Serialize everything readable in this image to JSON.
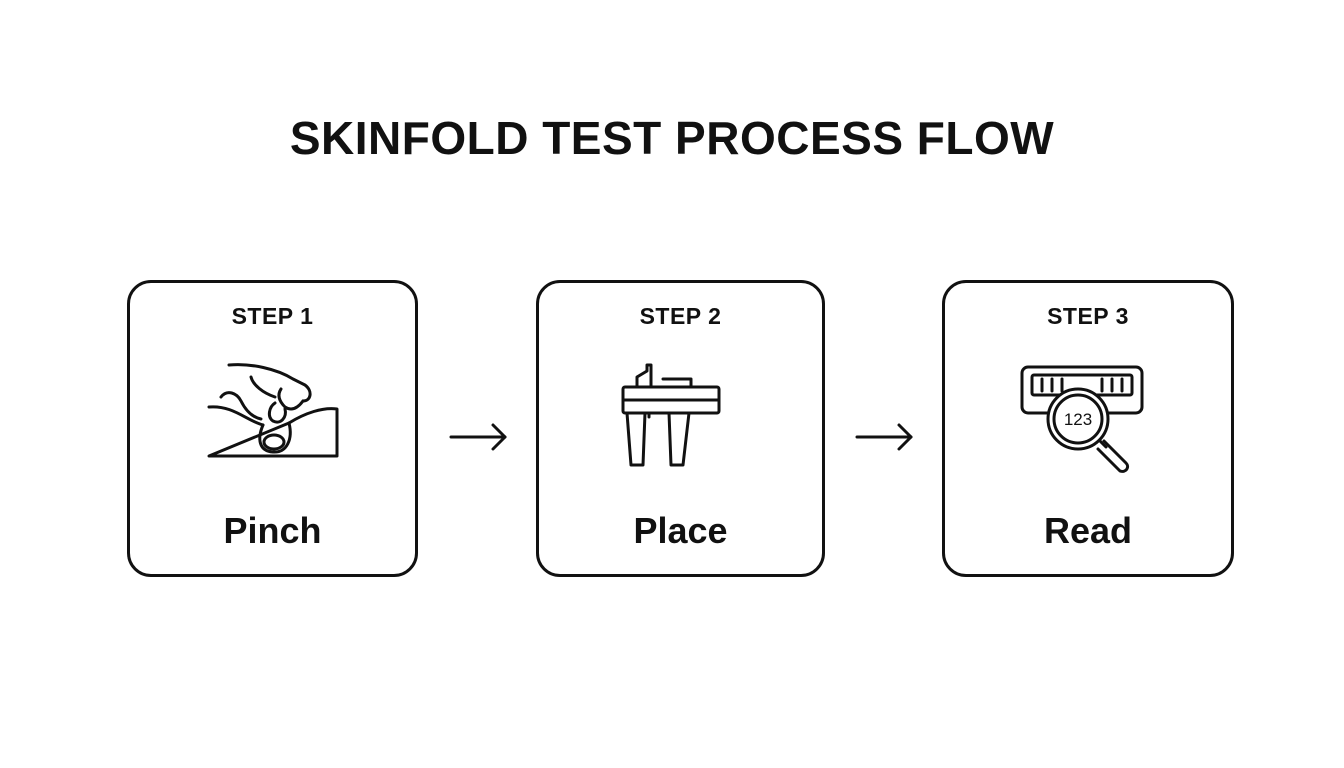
{
  "title": "SKINFOLD TEST PROCESS FLOW",
  "steps": [
    {
      "label": "STEP 1",
      "name": "Pinch",
      "icon": "pinch-skin-icon"
    },
    {
      "label": "STEP 2",
      "name": "Place",
      "icon": "caliper-icon"
    },
    {
      "label": "STEP 3",
      "name": "Read",
      "icon": "magnifier-readout-icon",
      "readout": "123"
    }
  ],
  "connectors": [
    "arrow-right-icon",
    "arrow-right-icon"
  ],
  "colors": {
    "stroke": "#111111",
    "background": "#ffffff"
  }
}
